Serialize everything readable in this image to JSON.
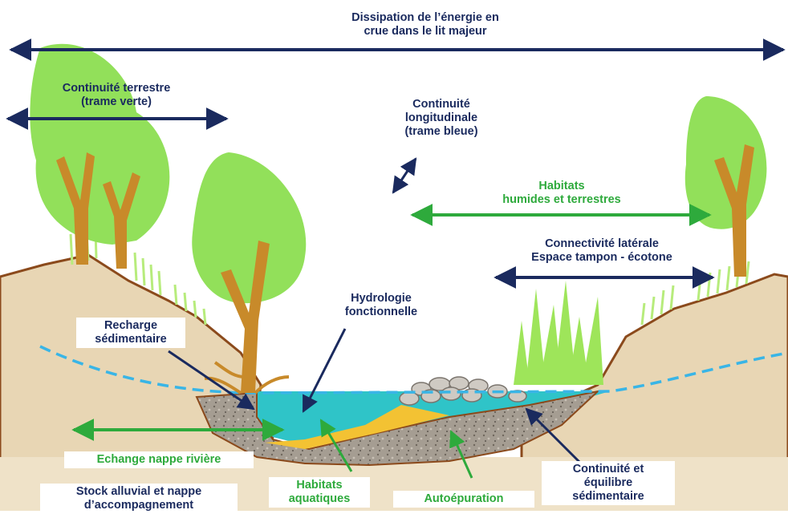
{
  "labels": {
    "dissipation_line1": "Dissipation de l’énergie en",
    "dissipation_line2": "crue dans le lit majeur",
    "terrestre_line1": "Continuité terrestre",
    "terrestre_line2": "(trame verte)",
    "longitudinale_line1": "Continuité",
    "longitudinale_line2": "longitudinale",
    "longitudinale_line3": "(trame bleue)",
    "habitats_line1": "Habitats",
    "habitats_line2": "humides et terrestres",
    "laterale_line1": "Connectivité latérale",
    "laterale_line2": "Espace tampon - écotone",
    "hydro_line1": "Hydrologie",
    "hydro_line2": "fonctionnelle",
    "recharge_line1": "Recharge",
    "recharge_line2": "sédimentaire",
    "echange": "Echange nappe rivière",
    "stock_line1": "Stock alluvial et nappe",
    "stock_line2": "d’accompagnement",
    "aquatiques_line1": "Habitats",
    "aquatiques_line2": "aquatiques",
    "autoepuration": "Autoépuration",
    "equilibre_line1": "Continuité et",
    "equilibre_line2": "équilibre",
    "equilibre_line3": "sédimentaire"
  },
  "colors": {
    "navy": "#1a2a5e",
    "green_label": "#2eaa3c",
    "soil": "#e8d6b4",
    "soil_edge": "#8b4a1c",
    "water": "#2fc4c8",
    "gravel": "#a59d92",
    "foliage": "#92e05a",
    "trunk": "#c88a2a",
    "water_table": "#39b5e6",
    "grass": "#b7ec7c",
    "yellow_layer": "#f3c233"
  },
  "icons": [
    "tree-icon",
    "grass-icon",
    "pebble-icon",
    "arrow-icon"
  ]
}
